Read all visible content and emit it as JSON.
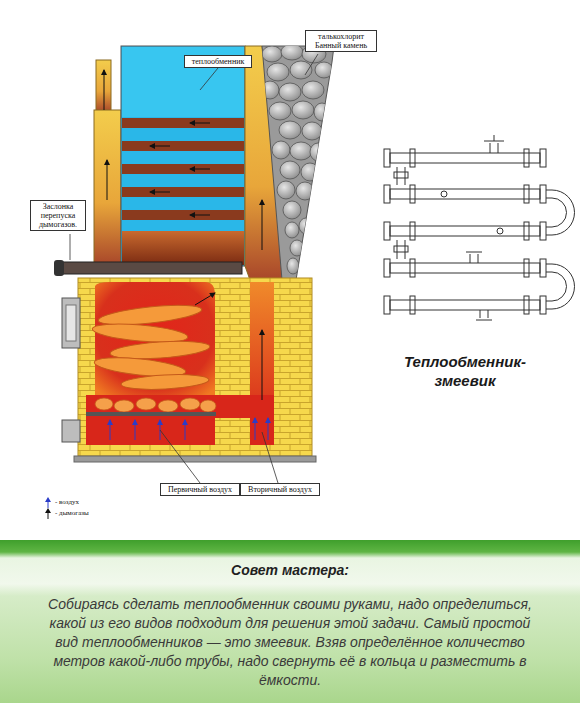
{
  "diagram": {
    "caption": "Теплообменник-змеевик",
    "nodes": [
      {
        "text": [
          "теплообменник"
        ]
      },
      {
        "text": [
          "талькохлорит Банный камень"
        ]
      },
      {
        "text": [
          "Заслонка перепуска дымогазов."
        ]
      },
      {
        "text": [
          "Первичный воздух"
        ]
      },
      {
        "text": [
          "Вторичный воздух"
        ]
      },
      {
        "text": [
          "Совет мастера:",
          "Собираясь сделать теплообменник своими руками, надо определиться, какой из его видов подходит для решения этой задачи. Самый простой вид теплообменников — это змеевик. Взяв определённое количество метров какой-либо трубы, надо свернуть её в кольца и разместить в ёмкости."
        ]
      }
    ],
    "legend": [
      {
        "text": "- воздух"
      },
      {
        "text": "- дымогазы"
      }
    ]
  }
}
